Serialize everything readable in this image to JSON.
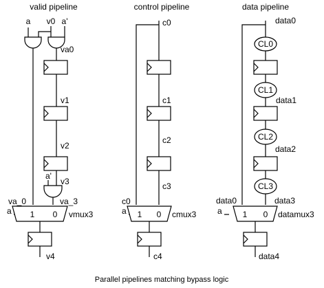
{
  "caption": "Parallel pipelines matching bypass logic",
  "valid": {
    "title": "valid pipeline",
    "in_a": "a",
    "in_v0": "v0",
    "in_a_prime": "a'",
    "va0": "va0",
    "v1": "v1",
    "v2": "v2",
    "a_prime2": "a'",
    "v3": "v3",
    "va_0": "va_0",
    "va_3": "va_3",
    "sel": "a",
    "mux_in1": "1",
    "mux_in0": "0",
    "mux": "vmux3",
    "out": "v4"
  },
  "control": {
    "title": "control pipeline",
    "c0": "c0",
    "c1": "c1",
    "c2": "c2",
    "c3": "c3",
    "mux_left": "c0",
    "sel": "a",
    "mux_in1": "1",
    "mux_in0": "0",
    "mux": "cmux3",
    "out": "c4"
  },
  "data": {
    "title": "data pipeline",
    "data0": "data0",
    "cl0": "CL0",
    "cl1": "CL1",
    "data1": "data1",
    "cl2": "CL2",
    "data2": "data2",
    "cl3": "CL3",
    "data3": "data3",
    "mux_left": "data0",
    "sel": "a",
    "mux_in1": "1",
    "mux_in0": "0",
    "mux": "datamux3",
    "out": "data4"
  }
}
